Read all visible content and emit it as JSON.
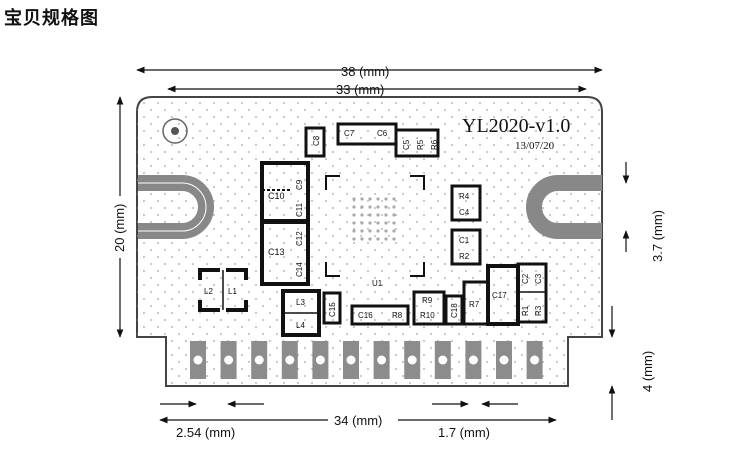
{
  "page_title": "宝贝规格图",
  "board": {
    "name": "YL2020-v1.0",
    "date": "13/07/20",
    "chip": "U1",
    "components": {
      "c8": "C8",
      "c7": "C7",
      "c6": "C6",
      "c5": "C5",
      "r5": "R5",
      "r6": "R6",
      "c9": "C9",
      "c10": "C10",
      "c11": "C11",
      "c12": "C12",
      "c13": "C13",
      "c14": "C14",
      "l2": "L2",
      "l1": "L1",
      "l3": "L3",
      "l4": "L4",
      "c15": "C15",
      "c16": "C16",
      "r8": "R8",
      "r9": "R9",
      "r10": "R10",
      "c18": "C18",
      "r7": "R7",
      "c17": "C17",
      "r4": "R4",
      "c4": "C4",
      "c1": "C1",
      "r2": "R2",
      "c2": "C2",
      "c3": "C3",
      "r1": "R1",
      "r3": "R3"
    }
  },
  "dimensions": {
    "width_outer": "38 (mm)",
    "width_inner": "33 (mm)",
    "height": "20 (mm)",
    "slot_height": "3.7 (mm)",
    "pad_height": "4 (mm)",
    "pin_pitch": "2.54 (mm)",
    "pad_span": "34 (mm)",
    "pad_gap": "1.7 (mm)"
  }
}
